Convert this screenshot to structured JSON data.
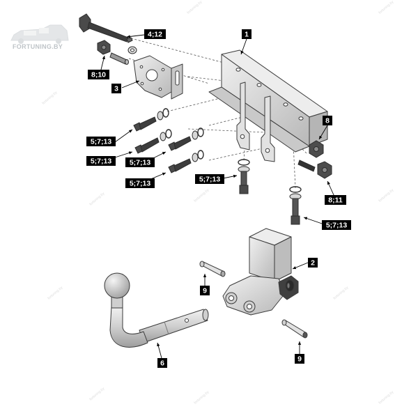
{
  "logo": {
    "text": "FORTUNING.BY",
    "icon": "car-silhouette-icon"
  },
  "watermark": {
    "text": "fortuning.by"
  },
  "callouts": [
    {
      "id": "c-4-12",
      "label": "4;12"
    },
    {
      "id": "c-8-10",
      "label": "8;10"
    },
    {
      "id": "c-3",
      "label": "3"
    },
    {
      "id": "c-1",
      "label": "1"
    },
    {
      "id": "c-8",
      "label": "8"
    },
    {
      "id": "c-8-11",
      "label": "8;11"
    },
    {
      "id": "c-5-7-13-a",
      "label": "5;7;13"
    },
    {
      "id": "c-5-7-13-b",
      "label": "5;7;13"
    },
    {
      "id": "c-5-7-13-c",
      "label": "5;7;13"
    },
    {
      "id": "c-5-7-13-d",
      "label": "5;7;13"
    },
    {
      "id": "c-5-7-13-e",
      "label": "5;7;13"
    },
    {
      "id": "c-5-7-13-f",
      "label": "5;7;13"
    },
    {
      "id": "c-2",
      "label": "2"
    },
    {
      "id": "c-9-a",
      "label": "9"
    },
    {
      "id": "c-9-b",
      "label": "9"
    },
    {
      "id": "c-6",
      "label": "6"
    }
  ],
  "colors": {
    "part_fill": "#dcdcdc",
    "part_fill_dark": "#9a9a9a",
    "part_stroke": "#3a3a3a",
    "callout_bg": "#000000",
    "callout_text": "#ffffff",
    "logo": "#bfc4c8",
    "watermark": "#dcdcdc"
  }
}
